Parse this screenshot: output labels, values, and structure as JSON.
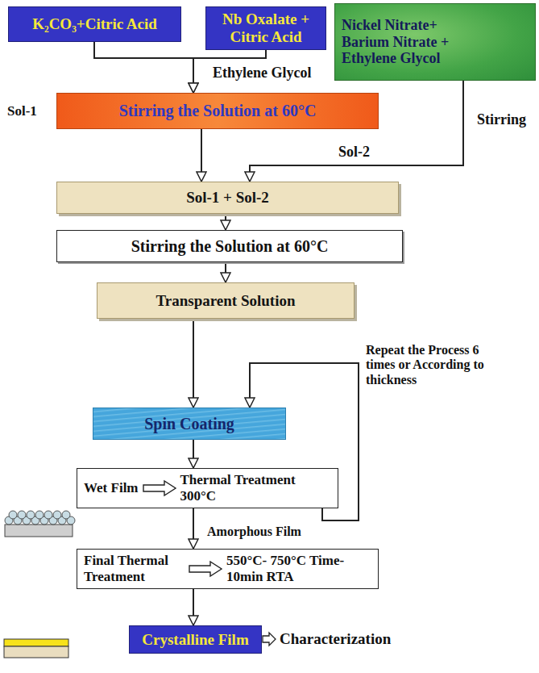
{
  "diagram": {
    "nodes": [
      {
        "text": [
          "K₂CO₃+Citric Acid"
        ]
      },
      {
        "text": [
          "Nb Oxalate + Citric Acid"
        ]
      },
      {
        "text": [
          "Nickel Nitrate+ Barium Nitrate + Ethylene Glycol"
        ]
      },
      {
        "text": [
          "Sol-1",
          "Stirring the Solution at 60°C"
        ]
      },
      {
        "text": [
          "Sol-1 + Sol-2"
        ]
      },
      {
        "text": [
          "Stirring the Solution at 60°C"
        ]
      },
      {
        "text": [
          "Transparent Solution"
        ]
      },
      {
        "text": [
          "Spin Coating"
        ]
      },
      {
        "text": [
          "Wet Film",
          "Thermal Treatment 300°C"
        ]
      },
      {
        "text": [
          "Final Thermal Treatment",
          "550°C- 750°C Time- 10min RTA"
        ]
      },
      {
        "text": [
          "Crystalline Film"
        ]
      }
    ],
    "edges": [
      {
        "from": 0,
        "to": 3,
        "arrow": "to"
      },
      {
        "from": 1,
        "to": 3,
        "arrow": "to"
      },
      {
        "from": 2,
        "to": 4,
        "label": "Sol-2",
        "arrow": "to"
      },
      {
        "from": 3,
        "to": 4,
        "arrow": "to"
      },
      {
        "from": 4,
        "to": 5,
        "arrow": "to"
      },
      {
        "from": 5,
        "to": 6,
        "arrow": "to"
      },
      {
        "from": 6,
        "to": 7,
        "arrow": "to"
      },
      {
        "from": 8,
        "to": 7,
        "label": "Repeat the Process 6 times or According to thickness",
        "arrow": "to"
      },
      {
        "from": 7,
        "to": 8,
        "arrow": "to"
      },
      {
        "from": 8,
        "to": 9,
        "arrow": "to"
      },
      {
        "from": 9,
        "to": 10,
        "arrow": "to"
      }
    ],
    "labels": [
      "Ethylene Glycol",
      "Stirring",
      "Amorphous Film",
      "Characterization"
    ]
  }
}
